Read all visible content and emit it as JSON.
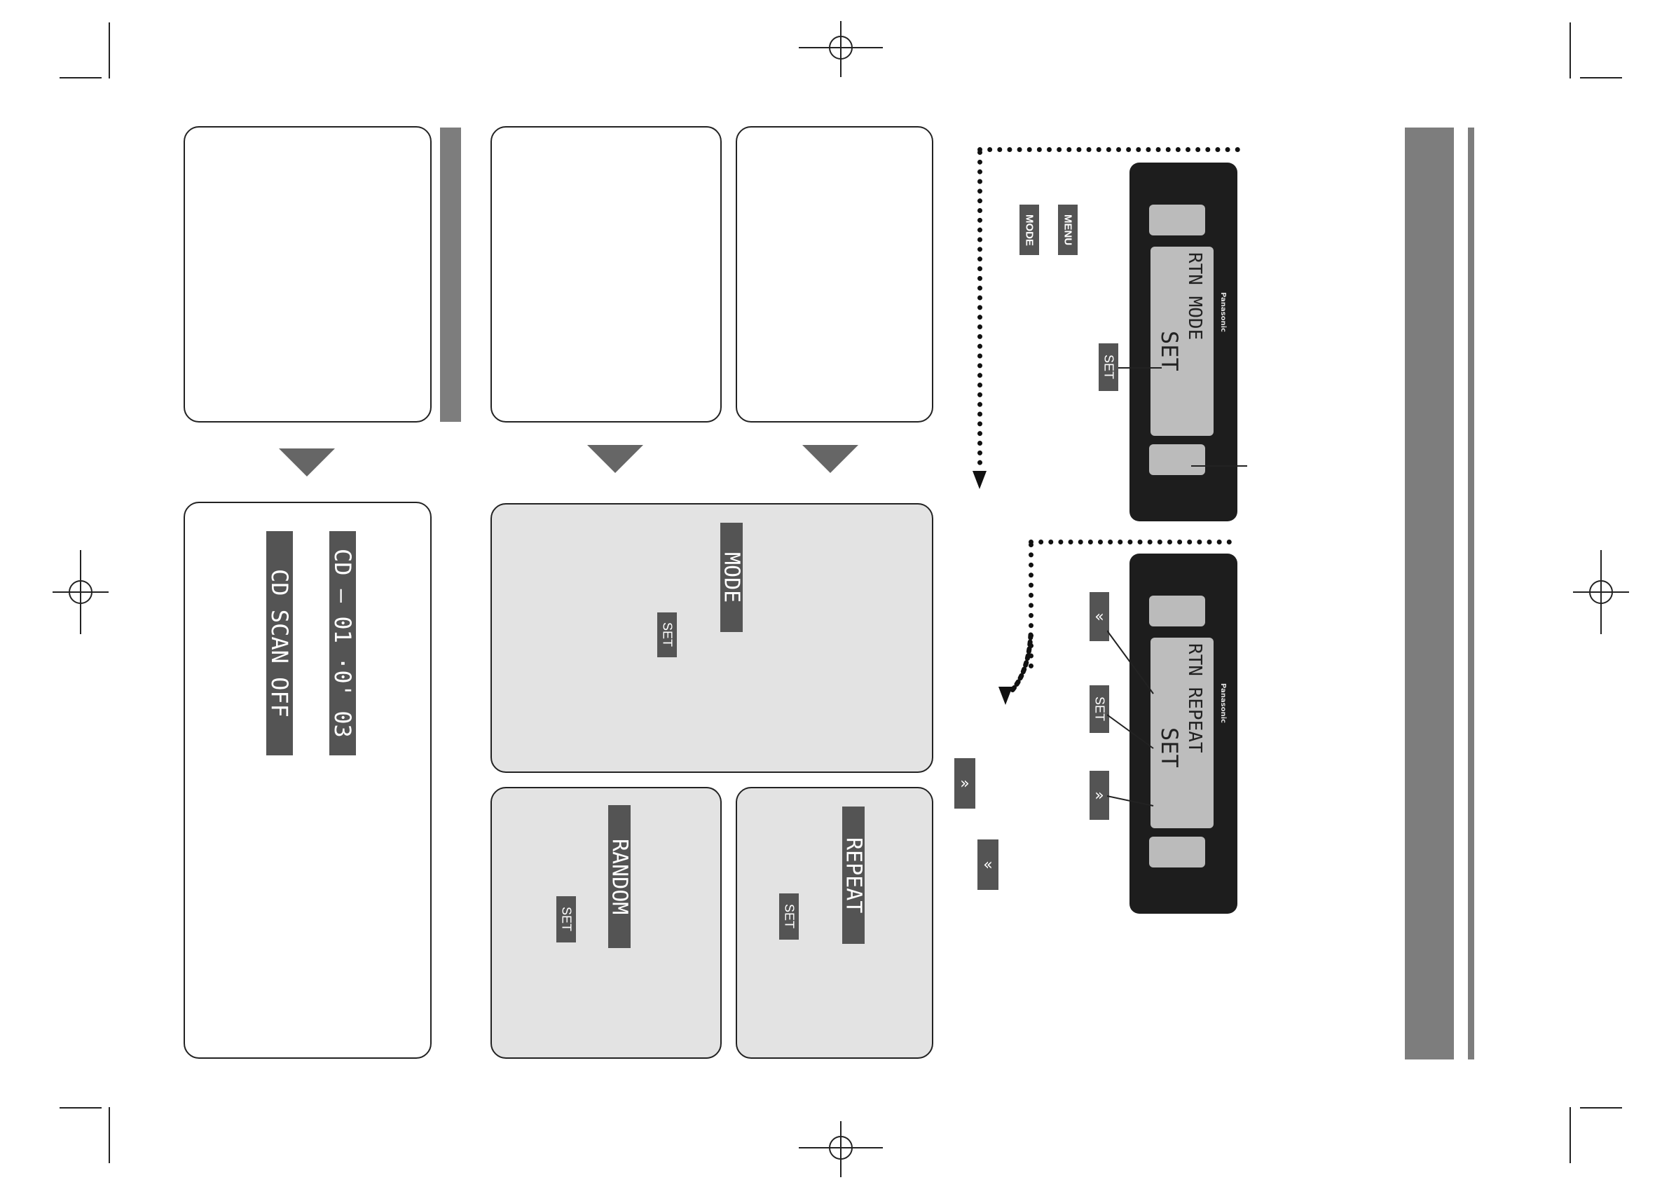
{
  "flow_top": {
    "mode_button": "MODE",
    "menu_button": "MENU",
    "set_button": "SET",
    "unit_display_line1": "RTN MODE",
    "unit_display_line2": "SET",
    "brand": "Panasonic"
  },
  "flow_bottom": {
    "set_button": "SET",
    "unit_display_line1": "RTN REPEAT",
    "unit_display_line2": "SET",
    "brand": "Panasonic"
  },
  "mode_panel": {
    "display": "MODE",
    "set_label": "SET"
  },
  "random_panel": {
    "display": "RANDOM",
    "set_label": "SET"
  },
  "repeat_panel": {
    "display": "REPEAT",
    "set_label": "SET"
  },
  "scan_panel": {
    "display_top": "CD  — 01 ·0' 03",
    "display_bottom": "CD  SCAN OFF"
  }
}
